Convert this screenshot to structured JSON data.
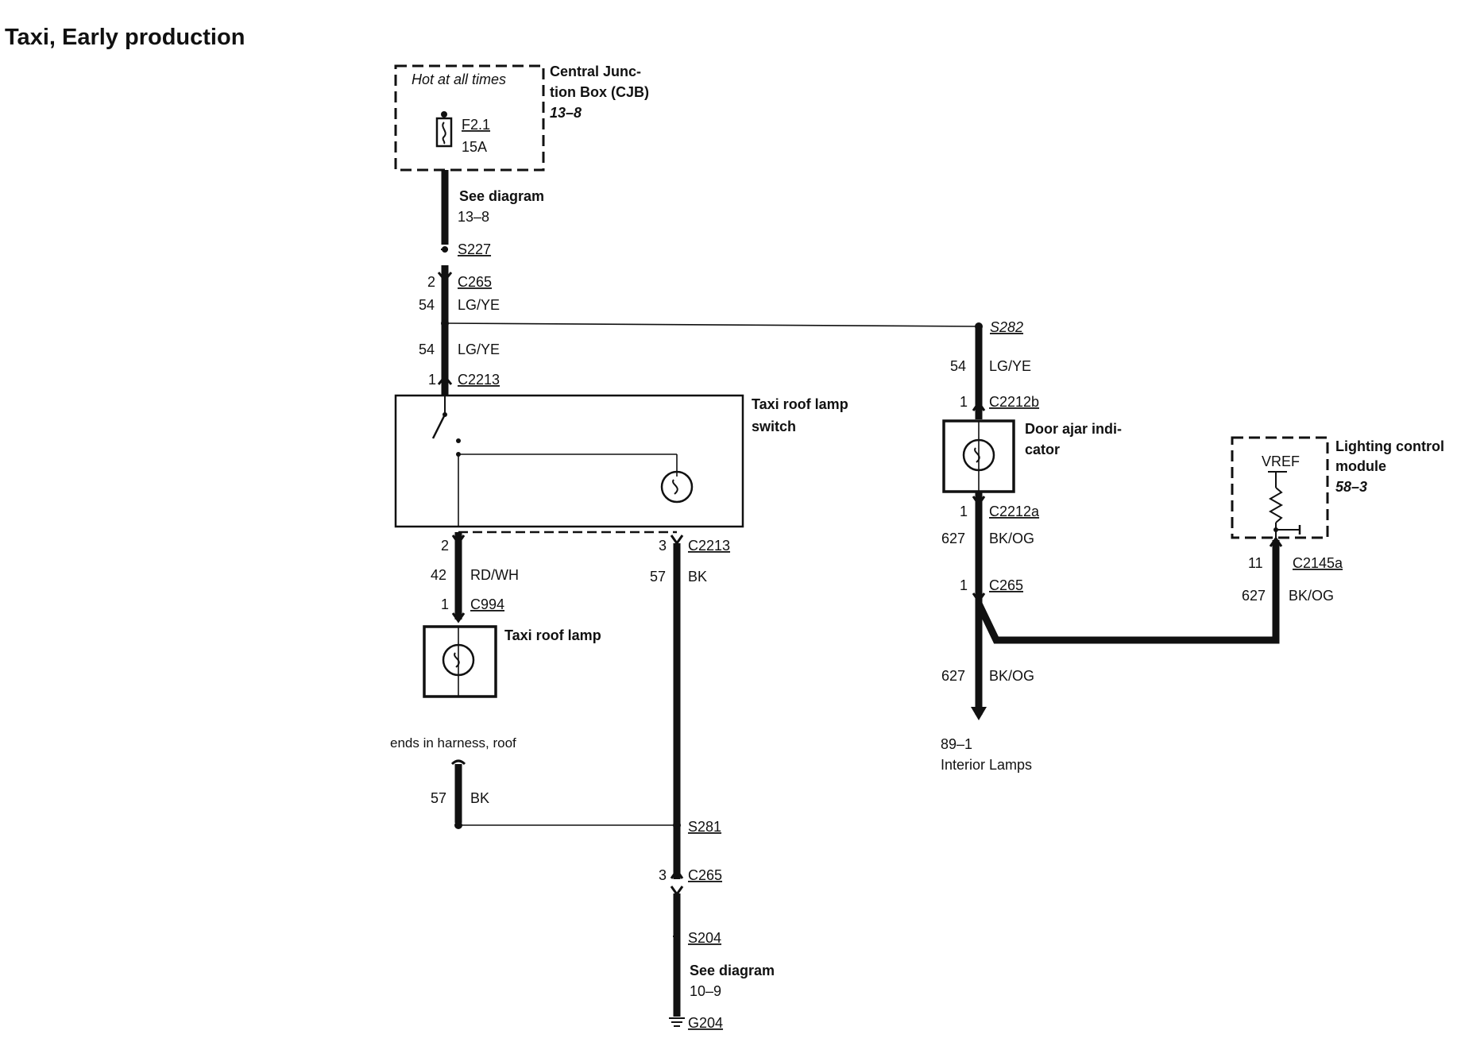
{
  "title": "Taxi, Early production",
  "cjb": {
    "hot_label": "Hot at all times",
    "fuse_id": "F2.1",
    "fuse_rating": "15A",
    "name_line1": "Central Junc-",
    "name_line2": "tion Box (CJB)",
    "ref": "13–8"
  },
  "feed": {
    "see_label": "See diagram",
    "see_ref": "13–8",
    "s227": "S227",
    "c265_pin": "2",
    "c265": "C265",
    "circuit1": "54",
    "color1": "LG/YE",
    "circuit2": "54",
    "color2": "LG/YE",
    "c2213_pin": "1",
    "c2213": "C2213"
  },
  "switch": {
    "name_line1": "Taxi roof lamp",
    "name_line2": "switch",
    "pin2": "2",
    "pin3": "3",
    "connector": "C2213"
  },
  "roof_lamp": {
    "circuit": "42",
    "color": "RD/WH",
    "pin": "1",
    "connector": "C994",
    "name": "Taxi roof lamp"
  },
  "ground": {
    "circuit": "57",
    "color": "BK",
    "ends_label": "ends in harness, roof",
    "circuit_b": "57",
    "color_b": "BK",
    "s281": "S281",
    "c265_pin": "3",
    "c265": "C265",
    "s204": "S204",
    "see_label": "See diagram",
    "see_ref": "10–9",
    "g204": "G204"
  },
  "door": {
    "s282": "S282",
    "circuit1": "54",
    "color1": "LG/YE",
    "pin_b": "1",
    "conn_b": "C2212b",
    "name_line1": "Door ajar indi-",
    "name_line2": "cator",
    "pin_a": "1",
    "conn_a": "C2212a",
    "circuit2": "627",
    "color2": "BK/OG",
    "c265_pin": "1",
    "c265": "C265",
    "circuit3": "627",
    "color3": "BK/OG",
    "dest_ref": "89–1",
    "dest_name": "Interior Lamps"
  },
  "lcm": {
    "vref": "VREF",
    "name_line1": "Lighting control",
    "name_line2": "module",
    "ref": "58–3",
    "pin": "11",
    "connector": "C2145a",
    "circuit": "627",
    "color": "BK/OG"
  }
}
